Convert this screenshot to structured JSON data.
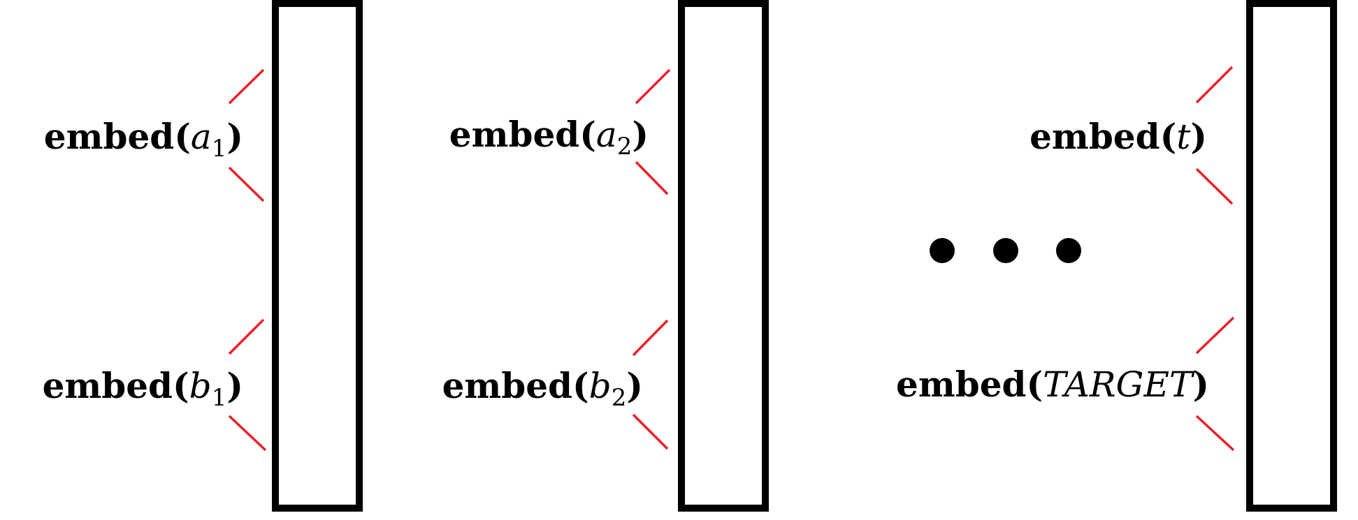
{
  "colors": {
    "stroke": "#000000",
    "accent": "#e8202a",
    "text": "#000000"
  },
  "columns": [
    {
      "top": {
        "prefix": "embed(",
        "var": "a",
        "sub": "1",
        "suffix": ")"
      },
      "bottom": {
        "prefix": "embed(",
        "var": "b",
        "sub": "1",
        "suffix": ")"
      }
    },
    {
      "top": {
        "prefix": "embed(",
        "var": "a",
        "sub": "2",
        "suffix": ")"
      },
      "bottom": {
        "prefix": "embed(",
        "var": "b",
        "sub": "2",
        "suffix": ")"
      }
    },
    {
      "top": {
        "prefix": "embed(",
        "var": "t",
        "sub": "",
        "suffix": ")"
      },
      "bottom": {
        "prefix": "embed(",
        "var": "TARGET",
        "sub": "",
        "suffix": ")"
      }
    }
  ],
  "ellipsis": {
    "dots": 3
  }
}
